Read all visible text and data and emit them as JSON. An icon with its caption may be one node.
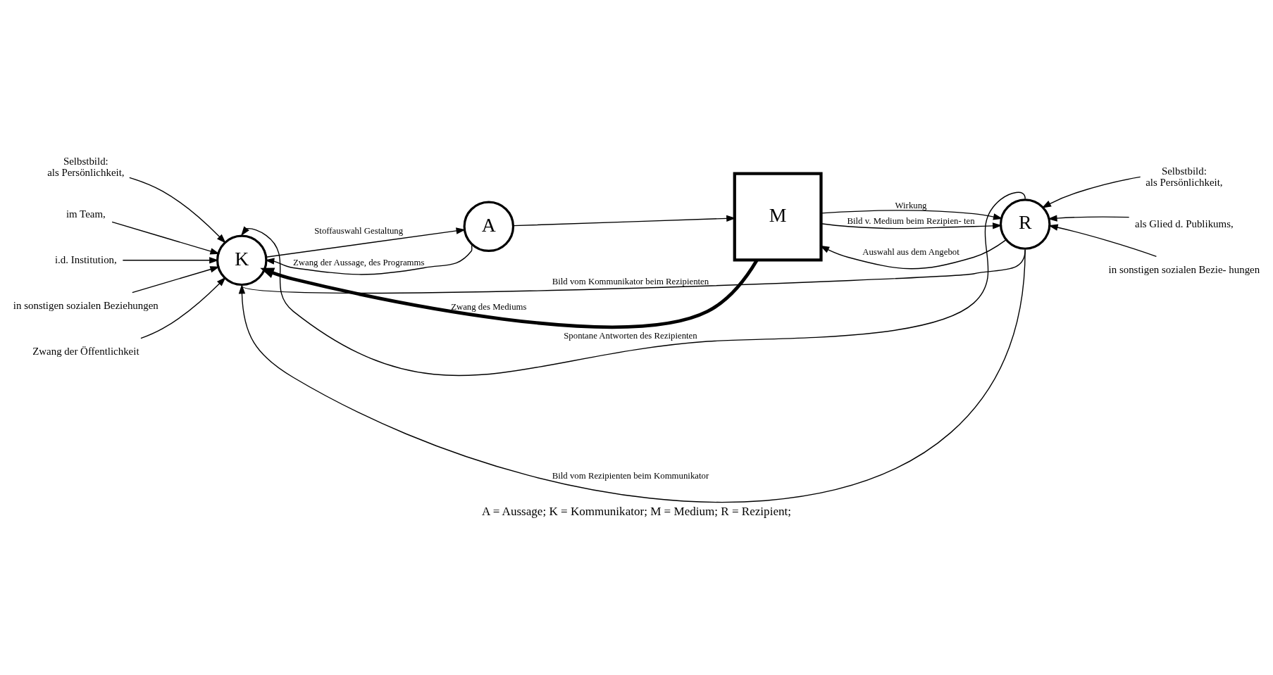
{
  "diagram": {
    "caption": "A = Aussage; K = Kommunikator; M = Medium; R = Rezipient;",
    "nodes": [
      {
        "text": [
          "K"
        ]
      },
      {
        "text": [
          "A"
        ]
      },
      {
        "text": [
          "M"
        ]
      },
      {
        "text": [
          "R"
        ]
      },
      {
        "text": [
          "Selbstbild:",
          "als Persönlichkeit,"
        ]
      },
      {
        "text": [
          "im Team,"
        ]
      },
      {
        "text": [
          "i.d. Institution,"
        ]
      },
      {
        "text": [
          "in sonstigen sozialen Beziehungen"
        ]
      },
      {
        "text": [
          "Zwang der Öffentlichkeit"
        ]
      },
      {
        "text": [
          "Selbstbild:",
          "als Persönlichkeit,"
        ]
      },
      {
        "text": [
          "als Glied d. Publikums,"
        ]
      },
      {
        "text": [
          "in sonstigen sozialen Bezie- hungen"
        ]
      }
    ],
    "edges": [
      {
        "from": 0,
        "to": 1,
        "arrow": "to",
        "label": "Stoffauswahl Gestaltung"
      },
      {
        "from": 1,
        "to": 0,
        "arrow": "to",
        "label": "Zwang der Aussage, des Programms"
      },
      {
        "from": 1,
        "to": 2,
        "arrow": "to"
      },
      {
        "from": 2,
        "to": 0,
        "arrow": "to",
        "label": "Zwang des Mediums",
        "style": "thick"
      },
      {
        "from": 3,
        "to": 0,
        "arrow": "to",
        "label": "Spontane Antworten des Rezipienten"
      },
      {
        "from": 3,
        "to": 2,
        "arrow": "to",
        "label": "Auswahl aus dem Angebot"
      },
      {
        "from": 2,
        "to": 3,
        "arrow": "to",
        "label": "Wirkung"
      },
      {
        "from": 2,
        "to": 3,
        "arrow": "to",
        "label": "Bild v. Medium beim Rezipien- ten"
      },
      {
        "from": 3,
        "to": 0,
        "arrow": "to",
        "label": "Bild vom Rezipienten beim Kommunikator"
      },
      {
        "from": 0,
        "to": 3,
        "arrow": "none",
        "label": "Bild vom Kommunikator beim Rezipienten"
      },
      {
        "from": 4,
        "to": 0,
        "arrow": "to"
      },
      {
        "from": 5,
        "to": 0,
        "arrow": "to"
      },
      {
        "from": 6,
        "to": 0,
        "arrow": "to"
      },
      {
        "from": 7,
        "to": 0,
        "arrow": "to"
      },
      {
        "from": 8,
        "to": 0,
        "arrow": "to"
      },
      {
        "from": 9,
        "to": 3,
        "arrow": "to"
      },
      {
        "from": 10,
        "to": 3,
        "arrow": "to"
      },
      {
        "from": 11,
        "to": 3,
        "arrow": "to"
      }
    ]
  }
}
